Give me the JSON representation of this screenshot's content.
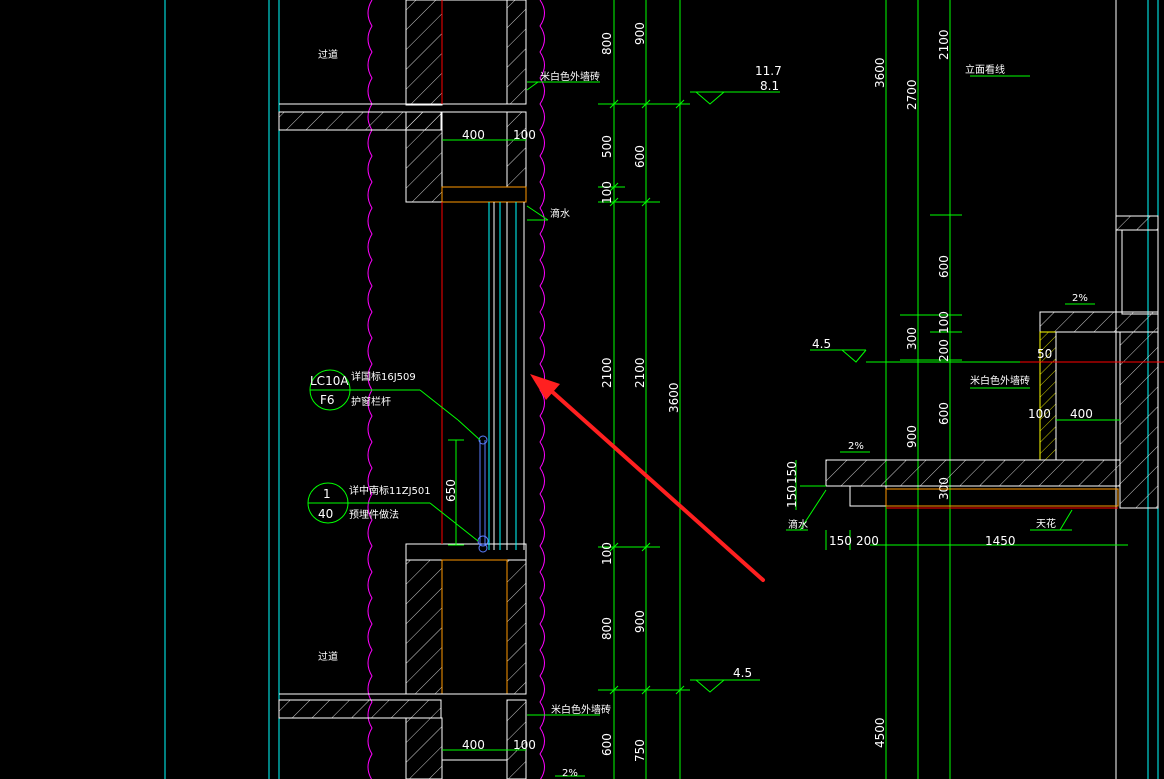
{
  "colors": {
    "background": "#000000",
    "cyan": "#00ffff",
    "green": "#00ff00",
    "magenta": "#ff00ff",
    "red": "#ff0000",
    "orange": "#ff9900",
    "white": "#ffffff",
    "yellow": "#ffff00",
    "annotation_arrow": "#ff2020"
  },
  "room_labels": [
    "过道",
    "过道"
  ],
  "wall_notes": {
    "top": "米白色外墙砖",
    "bottom": "米白色外墙砖",
    "right": "米白色外墙砖",
    "right_top": "立面看线"
  },
  "drip_labels": [
    "滴水",
    "滴水"
  ],
  "ceiling_label": "天花",
  "slope_labels": [
    "2%",
    "2%",
    "2%"
  ],
  "callouts": [
    {
      "ref_top": "LC10A",
      "ref_bottom": "F6",
      "line1": "详国标16J509",
      "line2": "护窗栏杆"
    },
    {
      "ref_top": "1",
      "ref_bottom": "40",
      "line1": "详中南标11ZJ501",
      "line2": "预埋件做法"
    }
  ],
  "elevations": [
    {
      "upper": "11.7",
      "lower": "8.1"
    },
    {
      "upper": "4.5",
      "lower": ""
    },
    {
      "upper": "4.5",
      "lower": ""
    }
  ],
  "dims_left": {
    "lintel_top": "400",
    "lintel_top_gap": "100",
    "lintel_bottom": "400",
    "lintel_bottom_gap": "100",
    "rail_height": "650"
  },
  "dims_col1": [
    "800",
    "500",
    "100",
    "2100",
    "100",
    "800",
    "600"
  ],
  "dims_col2": [
    "900",
    "600",
    "2100",
    "900",
    "750"
  ],
  "dims_col3": [
    "3600"
  ],
  "dims_right": {
    "c1": [
      "3600",
      "4500"
    ],
    "c2": [
      "2700",
      "300",
      "900"
    ],
    "c3": [
      "2100",
      "600",
      "100",
      "200",
      "600",
      "300"
    ],
    "canopy_400": "400",
    "canopy_100": "100",
    "canopy_50": "50",
    "canopy_h": [
      "150",
      "150"
    ],
    "canopy_w": [
      "150",
      "200",
      "1450"
    ]
  }
}
